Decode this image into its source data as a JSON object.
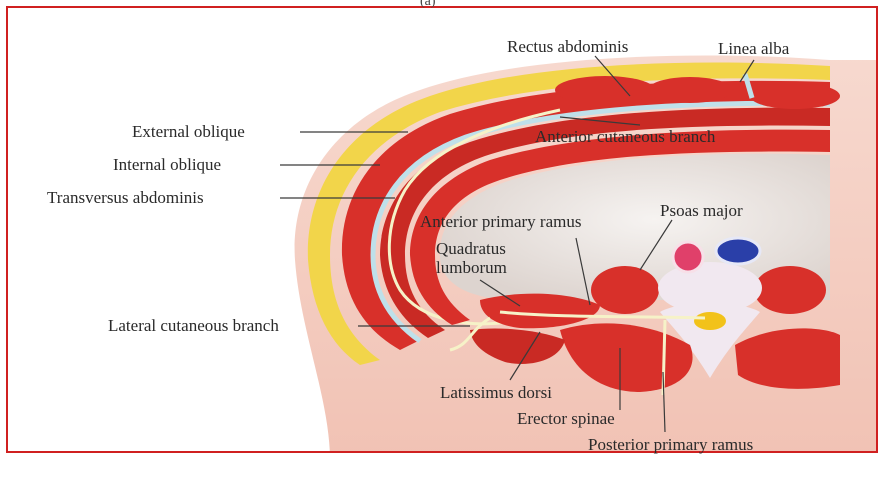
{
  "caption": "(a)",
  "labels": {
    "rectus_abdominis": "Rectus abdominis",
    "linea_alba": "Linea alba",
    "external_oblique": "External oblique",
    "internal_oblique": "Internal oblique",
    "transversus_abdominis": "Transversus abdominis",
    "anterior_cutaneous_branch": "Anterior cutaneous branch",
    "anterior_primary_ramus": "Anterior primary ramus",
    "psoas_major": "Psoas major",
    "quadratus_lumborum_line1": "Quadratus",
    "quadratus_lumborum_line2": "lumborum",
    "lateral_cutaneous_branch": "Lateral cutaneous branch",
    "latissimus_dorsi": "Latissimus dorsi",
    "erector_spinae": "Erector spinae",
    "posterior_primary_ramus": "Posterior primary ramus"
  },
  "colors": {
    "frame": "#d02020",
    "skin": "#f3cfc3",
    "fat": "#f2d54a",
    "muscle": "#d8302a",
    "fascia": "#bfe0ea",
    "nerve": "#f6f2c8",
    "cavity": "#ece7e4",
    "artery": "#e0406a",
    "vein": "#2a3fa8",
    "spinal_cord": "#f2c21a",
    "vertebra": "#f1e8f0"
  }
}
